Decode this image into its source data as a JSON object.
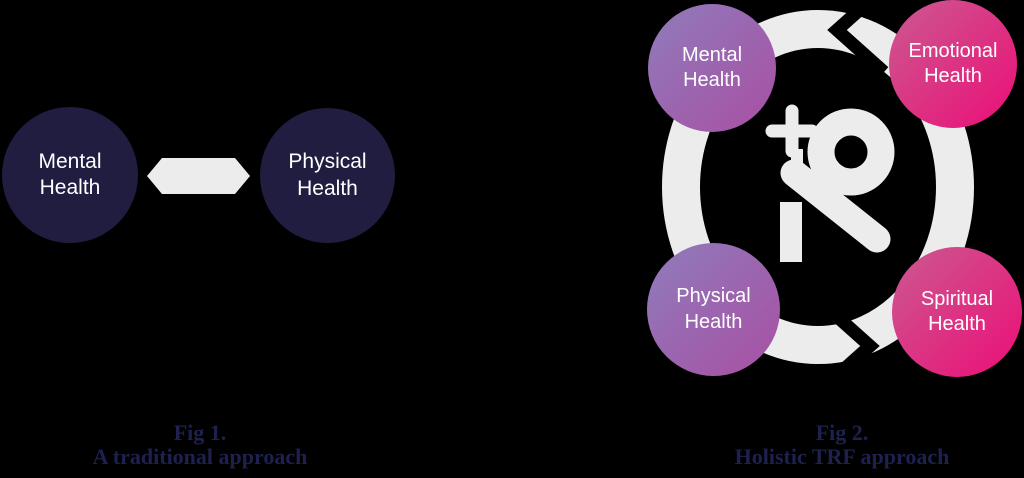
{
  "background": "#000000",
  "fig1": {
    "caption": {
      "line1": "Fig 1.",
      "line2": "A traditional approach"
    },
    "circles": [
      {
        "line1": "Mental",
        "line2": "Health"
      },
      {
        "line1": "Physical",
        "line2": "Health"
      }
    ]
  },
  "fig2": {
    "caption": {
      "line1": "Fig 2.",
      "line2": "Holistic TRF approach"
    },
    "circles": [
      {
        "line1": "Mental",
        "line2": "Health"
      },
      {
        "line1": "Emotional",
        "line2": "Health"
      },
      {
        "line1": "Physical",
        "line2": "Health"
      },
      {
        "line1": "Spiritual",
        "line2": "Health"
      }
    ]
  },
  "colors": {
    "navy_circle": "#211d41",
    "purple_gradient_start": "#8f7cbb",
    "purple_gradient_end": "#a84fa3",
    "pink_gradient_start": "#cb5a90",
    "pink_gradient_end": "#ec0e77",
    "neutral_shape": "#ececec",
    "caption_text": "#1e2150",
    "circle_text": "#ffffff"
  },
  "icons": {
    "bidirectional_arrow": "double-headed-connector-arrow",
    "cycle_ring": "counterclockwise-cycle-arrows",
    "center_logo": "trf-wand-and-ring-logo"
  }
}
